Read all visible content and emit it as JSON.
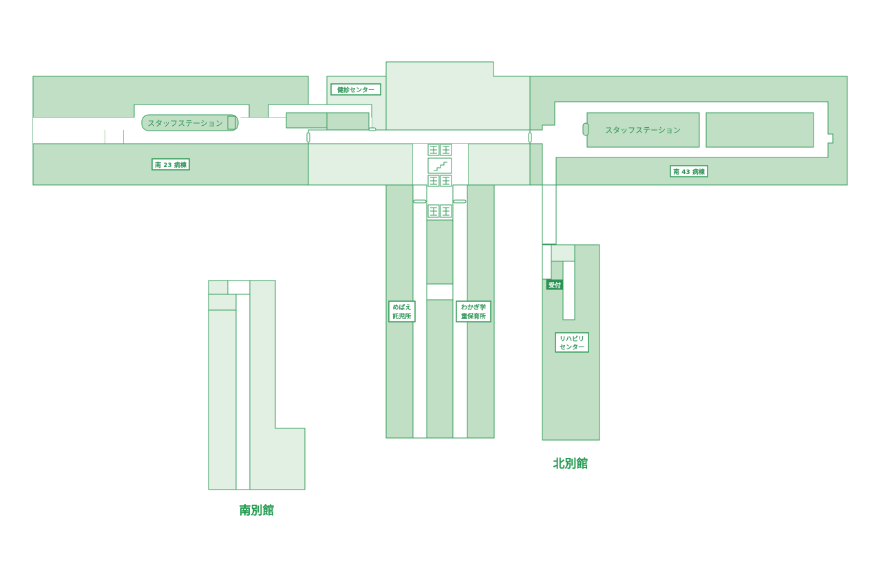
{
  "labels": {
    "health_center": "健診センター",
    "staff_station_west": "スタッフステーション",
    "staff_station_east": "スタッフステーション",
    "ward_s23": "南 23 病棟",
    "ward_s43": "南 43 病棟",
    "nursery_line1": "めばえ",
    "nursery_line2": "託児所",
    "afterschool_line1": "わかぎ学",
    "afterschool_line2": "童保育所",
    "reception": "受付",
    "rehab_line1": "リハビリ",
    "rehab_line2": "センター",
    "north_annex": "北別館",
    "south_annex": "南別館"
  },
  "colors": {
    "room_dark": "#c1dfc4",
    "room_light": "#e1f0e3",
    "line": "#2f9a57",
    "text": "#2a9153"
  },
  "icons": [
    "restroom-icon",
    "elevator-icon",
    "stairs-icon"
  ]
}
